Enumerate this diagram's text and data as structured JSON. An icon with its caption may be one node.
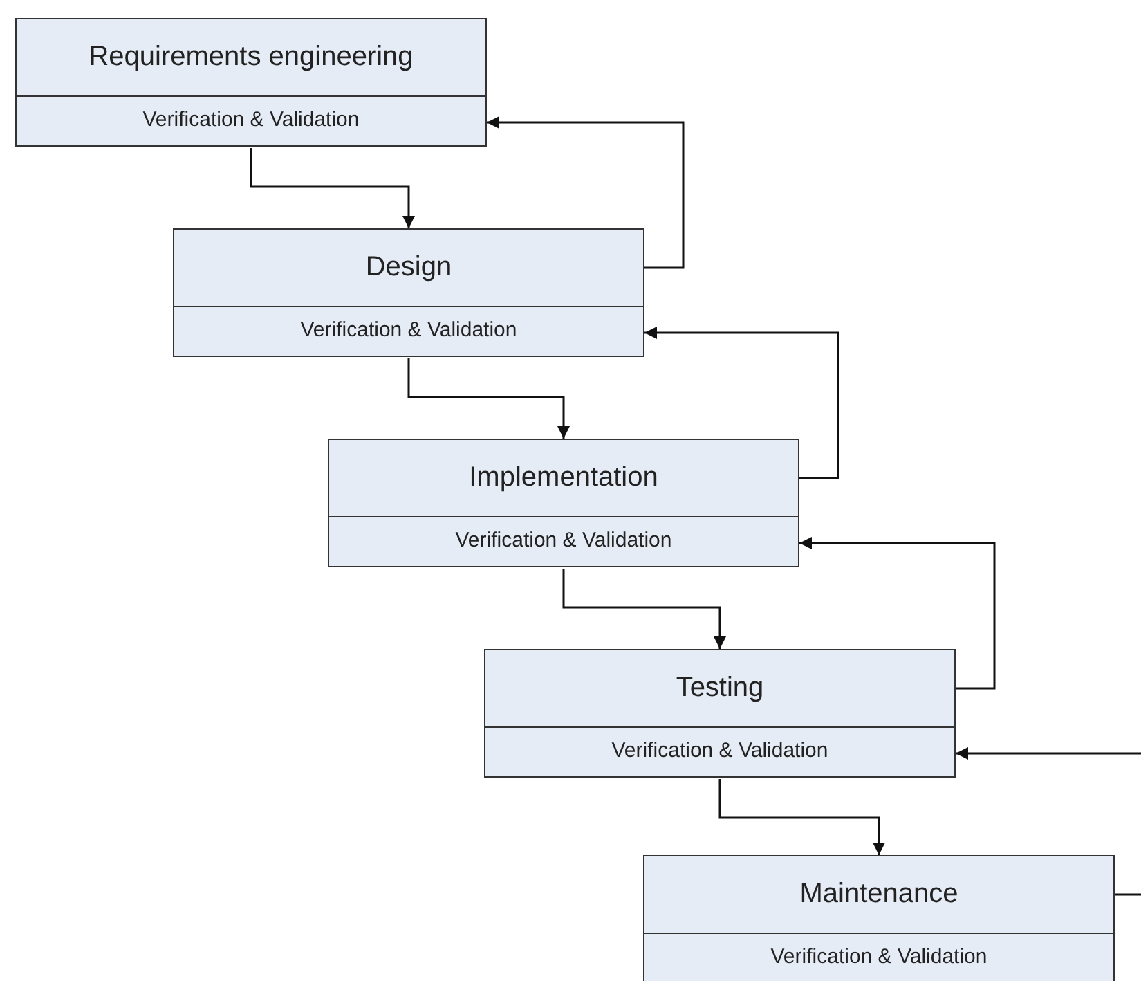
{
  "diagram": {
    "nodes": [
      {
        "text": [
          "Requirements engineering"
        ]
      },
      {
        "text": [
          "Verification & Validation"
        ]
      },
      {
        "text": [
          "Design"
        ]
      },
      {
        "text": [
          "Verification & Validation"
        ]
      },
      {
        "text": [
          "Implementation"
        ]
      },
      {
        "text": [
          "Verification & Validation"
        ]
      },
      {
        "text": [
          "Testing"
        ]
      },
      {
        "text": [
          "Verification & Validation"
        ]
      },
      {
        "text": [
          "Maintenance"
        ]
      },
      {
        "text": [
          "Verification & Validation"
        ]
      }
    ],
    "edges": [
      {
        "from": 1,
        "to": 2,
        "arrow": "to"
      },
      {
        "from": 2,
        "to": 1,
        "arrow": "to"
      },
      {
        "from": 3,
        "to": 4,
        "arrow": "to"
      },
      {
        "from": 4,
        "to": 3,
        "arrow": "to"
      },
      {
        "from": 5,
        "to": 6,
        "arrow": "to"
      },
      {
        "from": 6,
        "to": 5,
        "arrow": "to"
      },
      {
        "from": 7,
        "to": 8,
        "arrow": "to"
      },
      {
        "from": null,
        "to": 7,
        "arrow": "to"
      },
      {
        "from": 8,
        "to": null,
        "arrow": "none"
      }
    ]
  }
}
